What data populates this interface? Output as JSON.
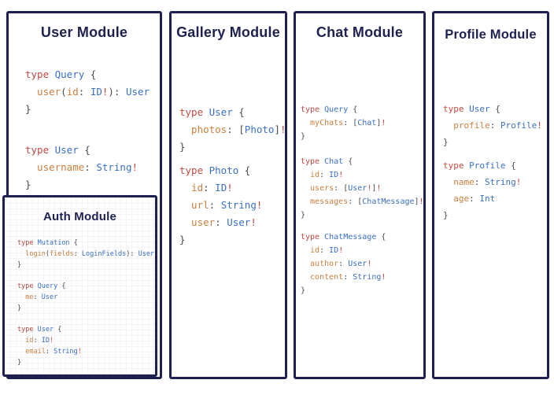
{
  "colors": {
    "navy": "#1e2150",
    "keyword_red": "#bb4a43",
    "type_blue": "#3a70c2",
    "field_orange": "#c9803f",
    "punctuation": "#4a4a48",
    "bang_red": "#c0453d",
    "background": "#ffffff"
  },
  "modules": [
    {
      "id": "user",
      "title": "User Module",
      "blocks": [
        [
          [
            [
              "k",
              "type"
            ],
            [
              "t",
              " Query"
            ],
            [
              "p",
              " {"
            ]
          ],
          [
            [
              "f",
              "  user"
            ],
            [
              "p",
              "("
            ],
            [
              "f",
              "id"
            ],
            [
              "p",
              ": "
            ],
            [
              "t",
              "ID"
            ],
            [
              "b",
              "!"
            ],
            [
              "p",
              "): "
            ],
            [
              "t",
              "User"
            ]
          ],
          [
            [
              "p",
              "}"
            ]
          ]
        ],
        [
          [
            [
              "k",
              "type"
            ],
            [
              "t",
              " User"
            ],
            [
              "p",
              " {"
            ]
          ],
          [
            [
              "f",
              "  username"
            ],
            [
              "p",
              ": "
            ],
            [
              "t",
              "String"
            ],
            [
              "b",
              "!"
            ]
          ],
          [
            [
              "p",
              "}"
            ]
          ]
        ]
      ]
    },
    {
      "id": "auth",
      "title": "Auth Module",
      "blocks": [
        [
          [
            [
              "k",
              "type"
            ],
            [
              "t",
              " Mutation"
            ],
            [
              "p",
              " {"
            ]
          ],
          [
            [
              "f",
              "  login"
            ],
            [
              "p",
              "("
            ],
            [
              "f",
              "fields"
            ],
            [
              "p",
              ": "
            ],
            [
              "t",
              "LoginFields"
            ],
            [
              "p",
              "): "
            ],
            [
              "t",
              "User"
            ]
          ],
          [
            [
              "p",
              "}"
            ]
          ]
        ],
        [
          [
            [
              "k",
              "type"
            ],
            [
              "t",
              " Query"
            ],
            [
              "p",
              " {"
            ]
          ],
          [
            [
              "f",
              "  me"
            ],
            [
              "p",
              ": "
            ],
            [
              "t",
              "User"
            ]
          ],
          [
            [
              "p",
              "}"
            ]
          ]
        ],
        [
          [
            [
              "k",
              "type"
            ],
            [
              "t",
              " User"
            ],
            [
              "p",
              " {"
            ]
          ],
          [
            [
              "f",
              "  id"
            ],
            [
              "p",
              ": "
            ],
            [
              "t",
              "ID"
            ],
            [
              "b",
              "!"
            ]
          ],
          [
            [
              "f",
              "  email"
            ],
            [
              "p",
              ": "
            ],
            [
              "t",
              "String"
            ],
            [
              "b",
              "!"
            ]
          ],
          [
            [
              "p",
              "}"
            ]
          ]
        ]
      ]
    },
    {
      "id": "gallery",
      "title": "Gallery Module",
      "blocks": [
        [
          [
            [
              "k",
              "type"
            ],
            [
              "t",
              " User"
            ],
            [
              "p",
              " {"
            ]
          ],
          [
            [
              "f",
              "  photos"
            ],
            [
              "p",
              ": ["
            ],
            [
              "t",
              "Photo"
            ],
            [
              "p",
              "]"
            ],
            [
              "b",
              "!"
            ]
          ],
          [
            [
              "p",
              "}"
            ]
          ]
        ],
        [
          [
            [
              "k",
              "type"
            ],
            [
              "t",
              " Photo"
            ],
            [
              "p",
              " {"
            ]
          ],
          [
            [
              "f",
              "  id"
            ],
            [
              "p",
              ": "
            ],
            [
              "t",
              "ID"
            ],
            [
              "b",
              "!"
            ]
          ],
          [
            [
              "f",
              "  url"
            ],
            [
              "p",
              ": "
            ],
            [
              "t",
              "String"
            ],
            [
              "b",
              "!"
            ]
          ],
          [
            [
              "f",
              "  user"
            ],
            [
              "p",
              ": "
            ],
            [
              "t",
              "User"
            ],
            [
              "b",
              "!"
            ]
          ],
          [
            [
              "p",
              "}"
            ]
          ]
        ]
      ]
    },
    {
      "id": "chat",
      "title": "Chat Module",
      "blocks": [
        [
          [
            [
              "k",
              "type"
            ],
            [
              "t",
              " Query"
            ],
            [
              "p",
              " {"
            ]
          ],
          [
            [
              "f",
              "  myChats"
            ],
            [
              "p",
              ": ["
            ],
            [
              "t",
              "Chat"
            ],
            [
              "p",
              "]"
            ],
            [
              "b",
              "!"
            ]
          ],
          [
            [
              "p",
              "}"
            ]
          ]
        ],
        [
          [
            [
              "k",
              "type"
            ],
            [
              "t",
              " Chat"
            ],
            [
              "p",
              " {"
            ]
          ],
          [
            [
              "f",
              "  id"
            ],
            [
              "p",
              ": "
            ],
            [
              "t",
              "ID"
            ],
            [
              "b",
              "!"
            ]
          ],
          [
            [
              "f",
              "  users"
            ],
            [
              "p",
              ": ["
            ],
            [
              "t",
              "User"
            ],
            [
              "b",
              "!"
            ],
            [
              "p",
              "]"
            ],
            [
              "b",
              "!"
            ]
          ],
          [
            [
              "f",
              "  messages"
            ],
            [
              "p",
              ": ["
            ],
            [
              "t",
              "ChatMessage"
            ],
            [
              "p",
              "]"
            ],
            [
              "b",
              "!"
            ]
          ],
          [
            [
              "p",
              "}"
            ]
          ]
        ],
        [
          [
            [
              "k",
              "type"
            ],
            [
              "t",
              " ChatMessage"
            ],
            [
              "p",
              " {"
            ]
          ],
          [
            [
              "f",
              "  id"
            ],
            [
              "p",
              ": "
            ],
            [
              "t",
              "ID"
            ],
            [
              "b",
              "!"
            ]
          ],
          [
            [
              "f",
              "  author"
            ],
            [
              "p",
              ": "
            ],
            [
              "t",
              "User"
            ],
            [
              "b",
              "!"
            ]
          ],
          [
            [
              "f",
              "  content"
            ],
            [
              "p",
              ": "
            ],
            [
              "t",
              "String"
            ],
            [
              "b",
              "!"
            ]
          ],
          [
            [
              "p",
              "}"
            ]
          ]
        ]
      ]
    },
    {
      "id": "profile",
      "title": "Profile Module",
      "blocks": [
        [
          [
            [
              "k",
              "type"
            ],
            [
              "t",
              " User"
            ],
            [
              "p",
              " {"
            ]
          ],
          [
            [
              "f",
              "  profile"
            ],
            [
              "p",
              ": "
            ],
            [
              "t",
              "Profile"
            ],
            [
              "b",
              "!"
            ]
          ],
          [
            [
              "p",
              "}"
            ]
          ]
        ],
        [
          [
            [
              "k",
              "type"
            ],
            [
              "t",
              " Profile"
            ],
            [
              "p",
              " {"
            ]
          ],
          [
            [
              "f",
              "  name"
            ],
            [
              "p",
              ": "
            ],
            [
              "t",
              "String"
            ],
            [
              "b",
              "!"
            ]
          ],
          [
            [
              "f",
              "  age"
            ],
            [
              "p",
              ": "
            ],
            [
              "t",
              "Int"
            ]
          ],
          [
            [
              "p",
              "}"
            ]
          ]
        ]
      ]
    }
  ]
}
